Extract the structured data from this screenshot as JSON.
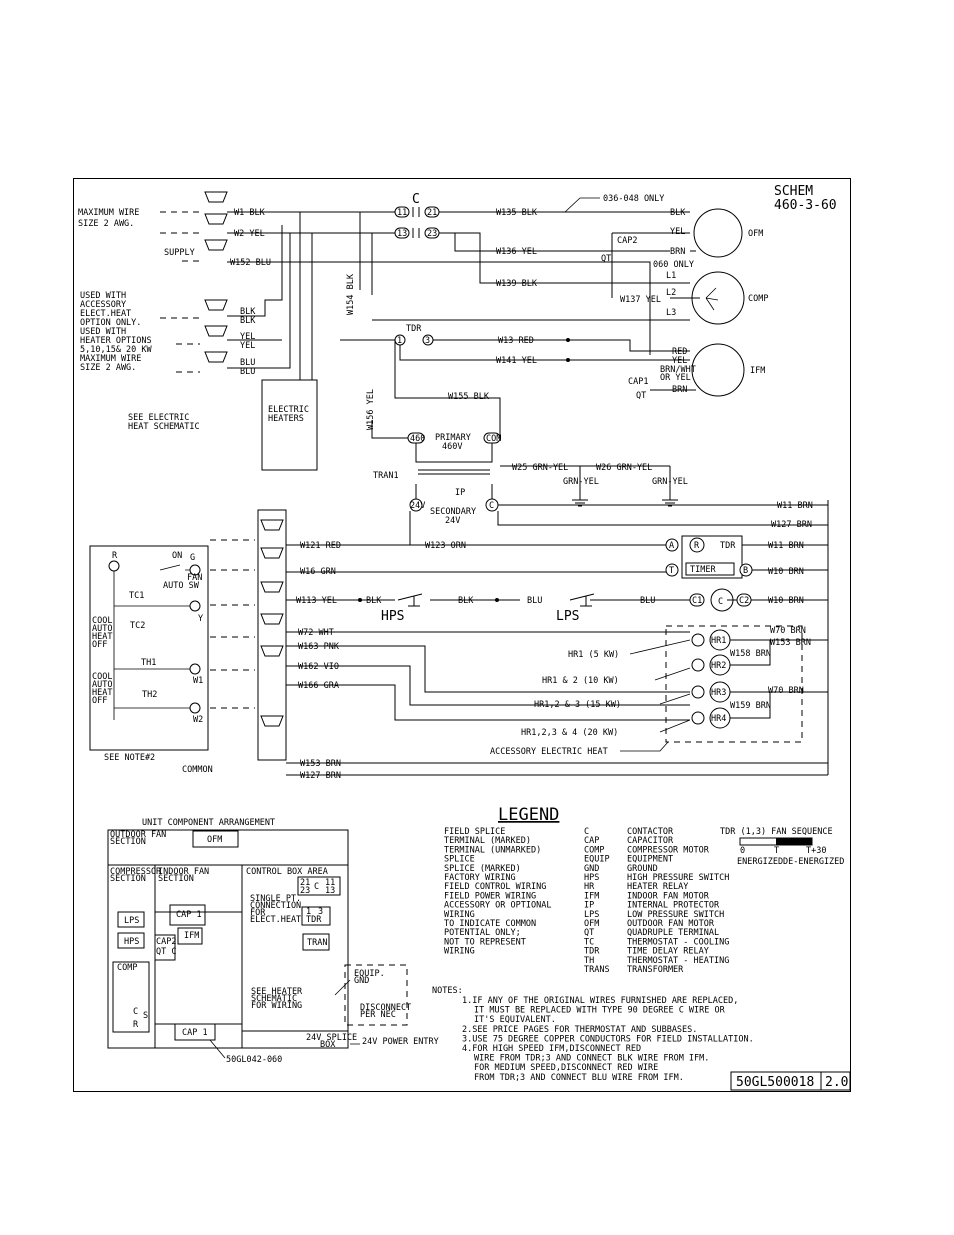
{
  "header": {
    "schem_line1": "SCHEM",
    "schem_line2": "460-3-60"
  },
  "contactor": {
    "label": "C",
    "t11": "11",
    "t21": "21",
    "t13": "13",
    "t23": "23"
  },
  "left_notes": {
    "max_wire_1": "MAXIMUM WIRE",
    "max_wire_2": "SIZE 2 AWG.",
    "supply": "SUPPLY",
    "used_1": "USED WITH",
    "used_2": "ACCESSORY",
    "used_3": "ELECT.HEAT",
    "used_4": "OPTION ONLY.",
    "used_5": "USED WITH",
    "used_6": "HEATER OPTIONS",
    "used_7": "5,10,15& 20 KW",
    "used_8": "MAXIMUM WIRE",
    "used_9": "SIZE 2 AWG.",
    "see_elec_1": "SEE ELECTRIC",
    "see_elec_2": "HEAT SCHEMATIC",
    "elec_heaters_1": "ELECTRIC",
    "elec_heaters_2": "HEATERS"
  },
  "wires": {
    "w1": "W1 BLK",
    "w2": "W2 YEL",
    "w152": "W152 BLU",
    "blk1": "BLK",
    "blk2": "BLK",
    "yel1": "YEL",
    "yel2": "YEL",
    "blu1": "BLU",
    "blu2": "BLU",
    "w154": "W154 BLK",
    "w156": "W156 YEL",
    "w135": "W135 BLK",
    "w136": "W136 YEL",
    "w139": "W139 BLK",
    "w137": "W137 YEL",
    "only036": "036-048 ONLY",
    "only060": "060 ONLY",
    "w13": "W13 RED",
    "w141": "W141 YEL",
    "w155": "W155 BLK",
    "w25": "W25 GRN-YEL",
    "w26": "W26 GRN-YEL",
    "gy1": "GRN-YEL",
    "gy2": "GRN-YEL",
    "w11a": "W11 BRN",
    "w127a": "W127 BRN",
    "w121": "W121 RED",
    "w123": "W123 ORN",
    "w11b": "W11 BRN",
    "w16": "W16 GRN",
    "w10a": "W10 BRN",
    "w113": "W113 YEL",
    "blk3": "BLK",
    "blk4": "BLK",
    "blu3": "BLU",
    "blu4": "BLU",
    "w10b": "W10 BRN",
    "w72": "W72 WHT",
    "w163": "W163 PNK",
    "w162": "W162 VIO",
    "w166": "W166 GRA",
    "w153a": "W153 BRN",
    "w127b": "W127 BRN",
    "w70a": "W70 BRN",
    "w153b": "W153 BRN",
    "w158": "W158 BRN",
    "w70b": "W70 BRN",
    "w159": "W159 BRN"
  },
  "motors": {
    "ofm": "OFM",
    "comp": "COMP",
    "ifm": "IFM",
    "blk": "BLK",
    "yel": "YEL",
    "brn": "BRN",
    "cap2": "CAP2",
    "qt": "QT",
    "l1": "L1",
    "l2": "L2",
    "l3": "L3",
    "red": "RED",
    "yel2": "YEL",
    "brnwht1": "BRN/WHT",
    "brnwht2": "OR YEL",
    "cap1": "CAP1",
    "qt2": "QT",
    "brn2": "BRN"
  },
  "tdr": {
    "label": "TDR",
    "t1": "1",
    "t3": "3"
  },
  "transformer": {
    "tran1": "TRAN1",
    "primary": "PRIMARY",
    "v460": "460V",
    "ip": "IP",
    "secondary": "SECONDARY",
    "v24": "24V",
    "t460": "460",
    "tcom": "COM",
    "t24": "24V",
    "tc": "C"
  },
  "control": {
    "a": "A",
    "r": "R",
    "tdr_lbl": "TDR",
    "t": "T",
    "timer": "TIMER",
    "b": "B",
    "hps": "HPS",
    "lps": "LPS",
    "c1": "C1",
    "c": "C",
    "c2": "C2",
    "hr1": "HR1",
    "hr2": "HR2",
    "hr3": "HR3",
    "hr4": "HR4",
    "hr1_lbl": "HR1  (5 KW)",
    "hr12_lbl": "HR1 & 2  (10 KW)",
    "hr123_lbl": "HR1,2 & 3  (15 KW)",
    "hr1234_lbl": "HR1,2,3 & 4  (20 KW)",
    "acc_heat": "ACCESSORY ELECTRIC HEAT"
  },
  "thermostat": {
    "r": "R",
    "on": "ON",
    "g": "G",
    "fan": "FAN",
    "auto": "AUTO SW",
    "tc1": "TC1",
    "tc2": "TC2",
    "cool": "COOL",
    "autot": "AUTO",
    "heat": "HEAT",
    "off": "OFF",
    "y": "Y",
    "th1": "TH1",
    "cool2": "COOL",
    "auto2": "AUTO",
    "heat2": "HEAT",
    "off2": "OFF",
    "w1": "W1",
    "th2": "TH2",
    "w2": "W2",
    "note": "SEE NOTE#2",
    "common": "COMMON"
  },
  "arrangement": {
    "title": "UNIT COMPONENT ARRANGEMENT",
    "outdoor_fan": "OUTDOOR FAN",
    "section": "SECTION",
    "ofm": "OFM",
    "comp_sec": "COMPRESSOR",
    "section2": "SECTION",
    "indoor_fan": "INDOOR FAN",
    "section3": "SECTION",
    "control_box": "CONTROL BOX AREA",
    "lps": "LPS",
    "hps": "HPS",
    "comp": "COMP",
    "c": "C",
    "s": "S",
    "r": "R",
    "cap1": "CAP 1",
    "ifm": "IFM",
    "cap2": "CAP2",
    "qtc": "QT C",
    "cap1b": "CAP 1",
    "sp1": "SINGLE PT.",
    "sp2": "CONNECTION",
    "sp3": "FOR",
    "sp4": "ELECT.HEAT",
    "c21": "21",
    "c11": "11",
    "c23": "23",
    "c13": "13",
    "cc": "C",
    "t1": "1",
    "t3": "3",
    "ttdr": "TDR",
    "tran": "TRAN",
    "shs1": "SEE HEATER",
    "shs2": "SCHEMATIC",
    "shs3": "FOR WIRING",
    "gnd1": "EQUIP.",
    "gnd2": "GND",
    "disc1": "DISCONNECT",
    "disc2": "PER NEC",
    "splice1": "24V SPLICE",
    "splice2": "BOX",
    "power_entry": "24V POWER ENTRY",
    "model": "50GL042-060"
  },
  "legend": {
    "title": "LEGEND",
    "sym": [
      "FIELD SPLICE",
      "TERMINAL (MARKED)",
      "TERMINAL (UNMARKED)",
      "SPLICE",
      "SPLICE (MARKED)",
      "FACTORY WIRING",
      "FIELD CONTROL WIRING",
      "FIELD POWER WIRING",
      "ACCESSORY OR OPTIONAL",
      "WIRING",
      "TO INDICATE COMMON",
      "POTENTIAL ONLY;",
      "NOT TO REPRESENT",
      "WIRING"
    ],
    "abbr": [
      "C",
      "CAP",
      "COMP",
      "EQUIP",
      "GND",
      "HPS",
      "HR",
      "IFM",
      "IP",
      "LPS",
      "OFM",
      "QT",
      "TC",
      "TDR",
      "TH",
      "TRANS"
    ],
    "desc": [
      "CONTACTOR",
      "CAPACITOR",
      "COMPRESSOR MOTOR",
      "EQUIPMENT",
      "GROUND",
      "HIGH PRESSURE SWITCH",
      "HEATER RELAY",
      "INDOOR FAN MOTOR",
      "INTERNAL PROTECTOR",
      "LOW PRESSURE SWITCH",
      "OUTDOOR FAN MOTOR",
      "QUADRUPLE TERMINAL",
      "THERMOSTAT - COOLING",
      "TIME DELAY RELAY",
      "THERMOSTAT - HEATING",
      "TRANSFORMER"
    ],
    "tdr_seq": "TDR (1,3) FAN SEQUENCE",
    "t0": "0",
    "t1": "T",
    "t2": "T+30",
    "energized": "ENERGIZED",
    "deenergized": "DE-ENERGIZED"
  },
  "notes": {
    "title": "NOTES:",
    "lines": [
      "1.IF ANY OF THE ORIGINAL WIRES FURNISHED ARE REPLACED,",
      "IT MUST BE REPLACED WITH TYPE 90 DEGREE C WIRE OR",
      "IT'S EQUIVALENT.",
      "2.SEE PRICE PAGES FOR THERMOSTAT AND SUBBASES.",
      "3.USE 75 DEGREE COPPER CONDUCTORS FOR FIELD INSTALLATION.",
      "4.FOR HIGH SPEED IFM,DISCONNECT RED",
      "WIRE FROM TDR;3 AND CONNECT BLK WIRE FROM IFM.",
      "FOR MEDIUM SPEED,DISCONNECT RED WIRE",
      "FROM TDR;3 AND CONNECT BLU WIRE FROM IFM."
    ]
  },
  "title_block": {
    "drawing_no": "50GL500018",
    "rev": "2.0"
  }
}
